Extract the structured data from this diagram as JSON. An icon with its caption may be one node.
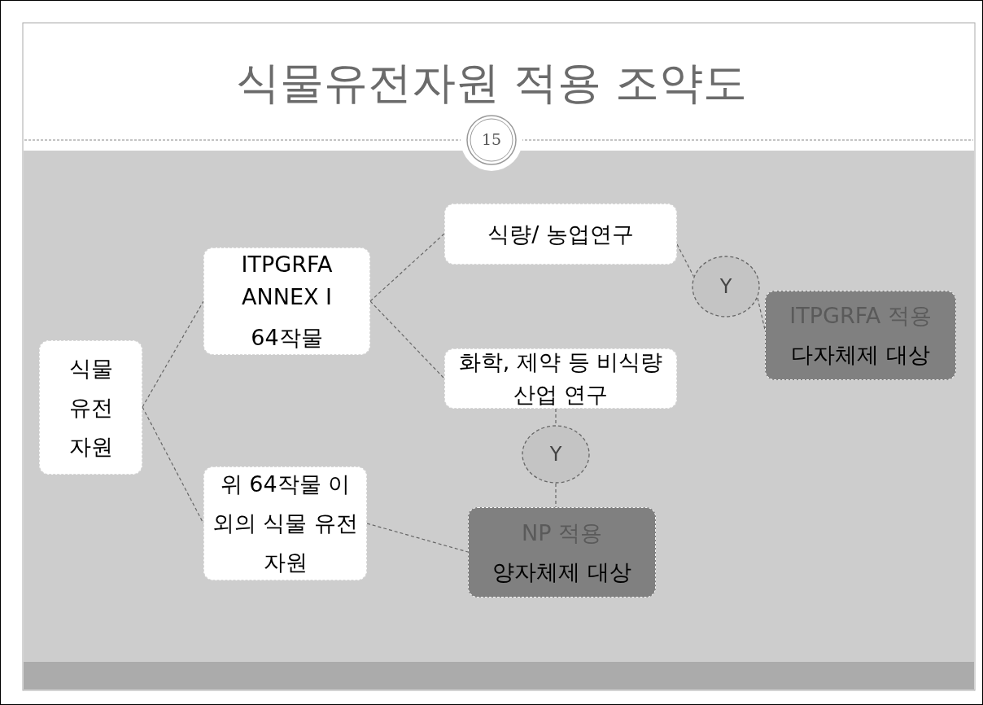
{
  "diagram": {
    "title": "식물유전자원 적용 조약도",
    "nodes": [
      {
        "text": [
          "식물 유전 자원"
        ]
      },
      {
        "text": [
          "ITPGRFA ANNEX I",
          "64작물"
        ]
      },
      {
        "text": [
          "식량/ 농업연구"
        ]
      },
      {
        "text": [
          "화학, 제약 등 비식량 산업 연구"
        ]
      },
      {
        "text": [
          "위 64작물 이외의 식물 유전자원"
        ]
      },
      {
        "text": [
          "Y"
        ]
      },
      {
        "text": [
          "ITPGRFA 적용",
          "다자체제 대상"
        ]
      },
      {
        "text": [
          "Y"
        ]
      },
      {
        "text": [
          "NP 적용",
          "양자체제 대상"
        ]
      }
    ],
    "edges": [
      {
        "from": 0,
        "to": 1,
        "arrow": "none"
      },
      {
        "from": 0,
        "to": 4,
        "arrow": "none"
      },
      {
        "from": 1,
        "to": 2,
        "arrow": "none"
      },
      {
        "from": 1,
        "to": 3,
        "arrow": "none"
      },
      {
        "from": 2,
        "to": 5,
        "arrow": "none"
      },
      {
        "from": 5,
        "to": 6,
        "arrow": "none"
      },
      {
        "from": 3,
        "to": 7,
        "arrow": "none"
      },
      {
        "from": 7,
        "to": 8,
        "arrow": "none"
      },
      {
        "from": 4,
        "to": 8,
        "arrow": "none"
      }
    ],
    "labels": [
      "15"
    ]
  }
}
